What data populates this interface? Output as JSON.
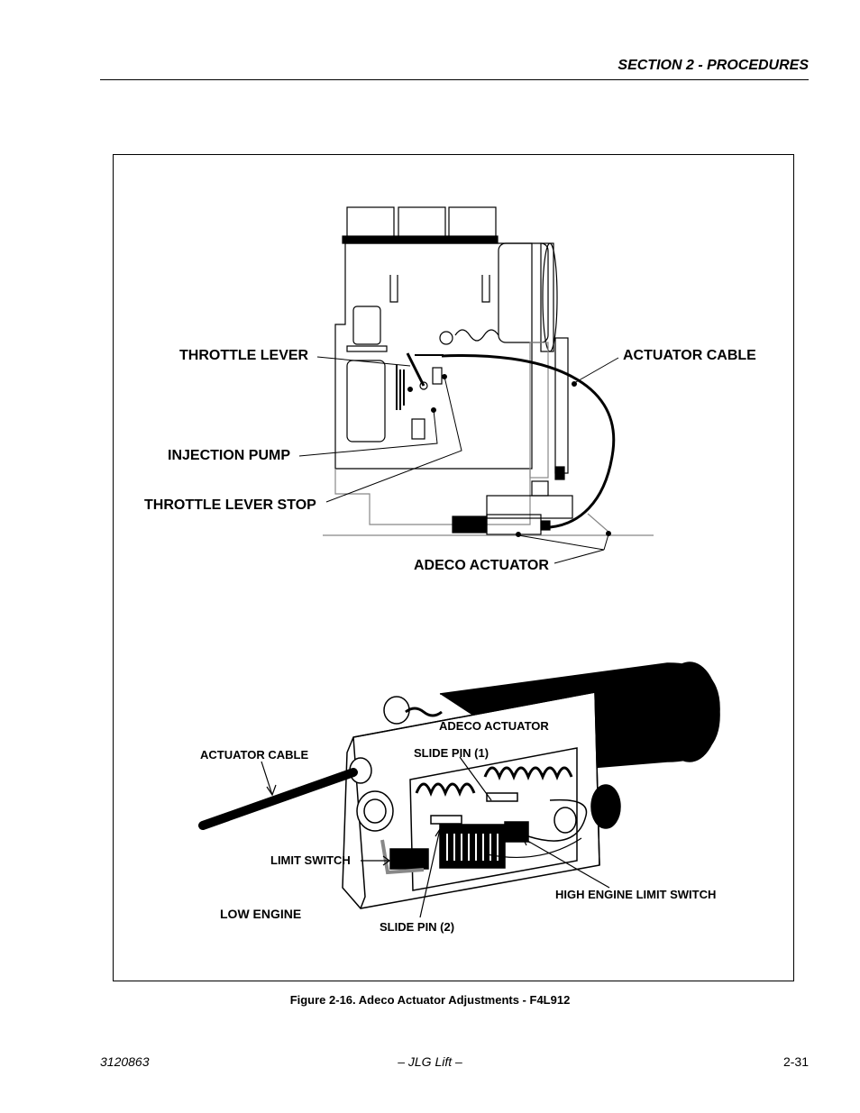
{
  "header": {
    "section_title": "SECTION 2 - PROCEDURES"
  },
  "figure": {
    "top_labels": {
      "throttle_lever": "THROTTLE LEVER",
      "actuator_cable": "ACTUATOR CABLE",
      "injection_pump": "INJECTION PUMP",
      "throttle_lever_stop": "THROTTLE LEVER STOP",
      "adeco_actuator": "ADECO ACTUATOR"
    },
    "bottom_labels": {
      "adeco_actuator": "ADECO ACTUATOR",
      "actuator_cable": "ACTUATOR CABLE",
      "slide_pin_1": "SLIDE PIN (1)",
      "limit_switch": "LIMIT SWITCH",
      "high_engine_limit_switch": "HIGH ENGINE LIMIT SWITCH",
      "low_engine": "LOW ENGINE",
      "slide_pin_2": "SLIDE PIN (2)"
    },
    "caption": "Figure 2-16.  Adeco Actuator Adjustments - F4L912"
  },
  "footer": {
    "doc_number": "3120863",
    "publisher": "– JLG Lift –",
    "page_number": "2-31"
  }
}
